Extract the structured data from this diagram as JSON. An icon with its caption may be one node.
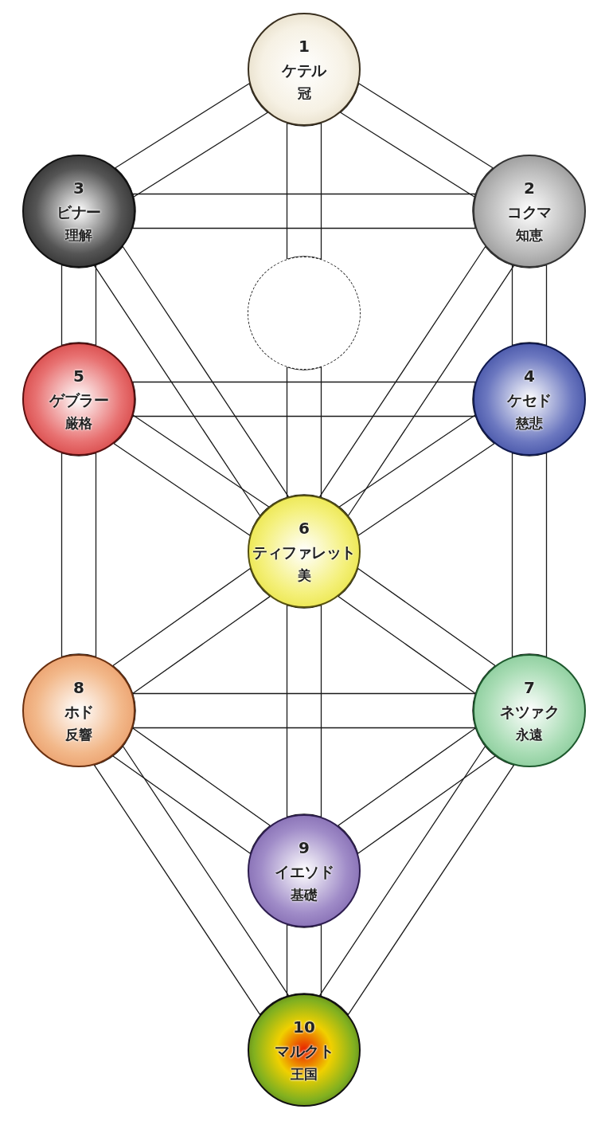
{
  "diagram": {
    "nodes": [
      {
        "text": [
          "1",
          "ケテル",
          "冠"
        ]
      },
      {
        "text": [
          "3",
          "ビナー",
          "理解"
        ]
      },
      {
        "text": [
          "2",
          "コクマ",
          "知恵"
        ]
      },
      {
        "text": [],
        "shape": "circle"
      },
      {
        "text": [
          "5",
          "ゲブラー",
          "厳格"
        ]
      },
      {
        "text": [
          "4",
          "ケセド",
          "慈悲"
        ]
      },
      {
        "text": [
          "6",
          "ティファレット",
          "美"
        ]
      },
      {
        "text": [
          "8",
          "ホド",
          "反響"
        ]
      },
      {
        "text": [
          "7",
          "ネツァク",
          "永遠"
        ]
      },
      {
        "text": [
          "9",
          "イエソド",
          "基礎"
        ]
      },
      {
        "text": [
          "10",
          "マルクト",
          "王国"
        ]
      }
    ],
    "edges": [
      {
        "from": 0,
        "to": 2,
        "arrow": "none"
      },
      {
        "from": 0,
        "to": 1,
        "arrow": "none"
      },
      {
        "from": 0,
        "to": 3,
        "arrow": "none"
      },
      {
        "from": 3,
        "to": 6,
        "arrow": "none"
      },
      {
        "from": 1,
        "to": 2,
        "arrow": "none"
      },
      {
        "from": 2,
        "to": 5,
        "arrow": "none"
      },
      {
        "from": 2,
        "to": 6,
        "arrow": "none"
      },
      {
        "from": 1,
        "to": 4,
        "arrow": "none"
      },
      {
        "from": 1,
        "to": 6,
        "arrow": "none"
      },
      {
        "from": 4,
        "to": 5,
        "arrow": "none"
      },
      {
        "from": 5,
        "to": 6,
        "arrow": "none"
      },
      {
        "from": 5,
        "to": 8,
        "arrow": "none"
      },
      {
        "from": 4,
        "to": 6,
        "arrow": "none"
      },
      {
        "from": 4,
        "to": 7,
        "arrow": "none"
      },
      {
        "from": 6,
        "to": 8,
        "arrow": "none"
      },
      {
        "from": 6,
        "to": 7,
        "arrow": "none"
      },
      {
        "from": 6,
        "to": 9,
        "arrow": "none"
      },
      {
        "from": 7,
        "to": 8,
        "arrow": "none"
      },
      {
        "from": 8,
        "to": 9,
        "arrow": "none"
      },
      {
        "from": 8,
        "to": 10,
        "arrow": "none"
      },
      {
        "from": 7,
        "to": 9,
        "arrow": "none"
      },
      {
        "from": 7,
        "to": 10,
        "arrow": "none"
      },
      {
        "from": 9,
        "to": 10,
        "arrow": "none"
      }
    ]
  }
}
